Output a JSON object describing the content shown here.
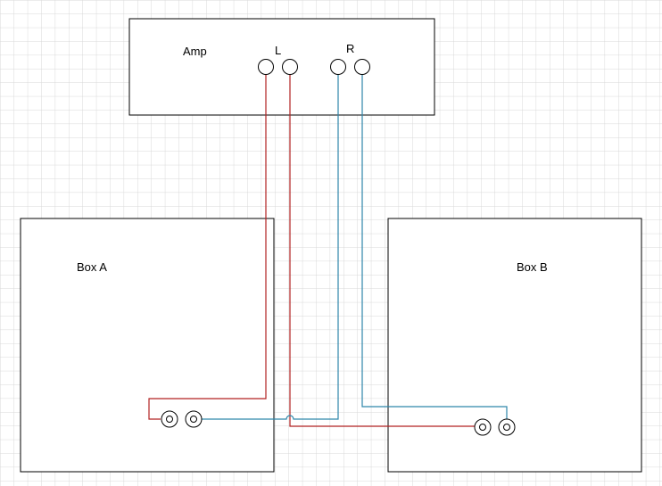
{
  "amp": {
    "label": "Amp",
    "left_label": "L",
    "right_label": "R"
  },
  "box_a": {
    "label": "Box A"
  },
  "box_b": {
    "label": "Box B"
  },
  "colors": {
    "grid": "#d9d9d9",
    "outline": "#000000",
    "left_wire": "#b22222",
    "right_wire": "#2e86ab"
  }
}
